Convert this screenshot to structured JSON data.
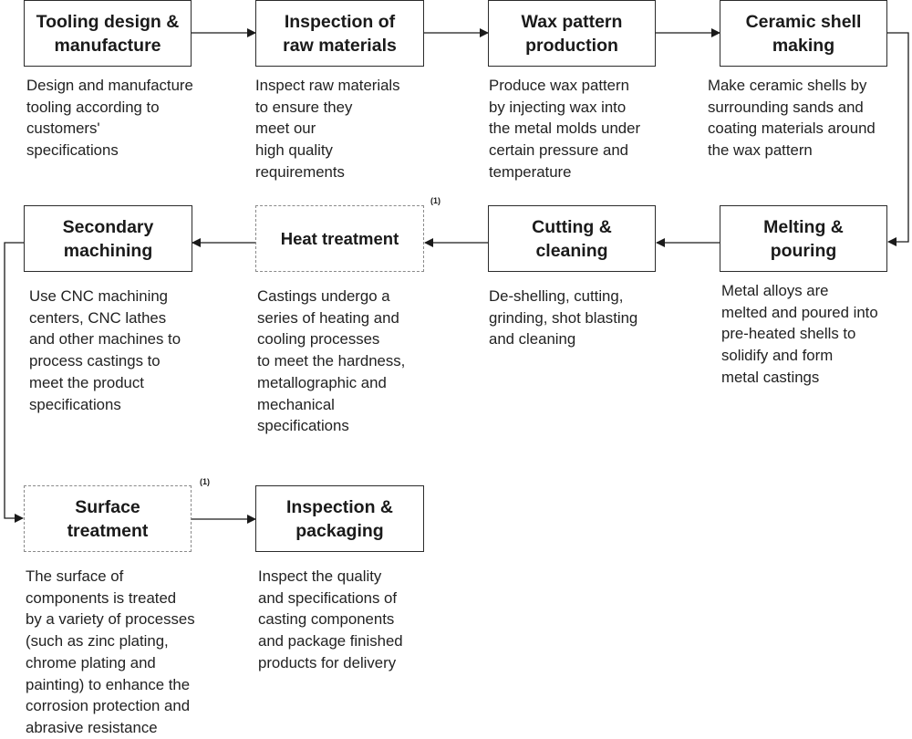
{
  "steps": [
    {
      "title": "Tooling design &\nmanufacture",
      "description": "Design and manufacture\ntooling according to\ncustomers'\nspecifications"
    },
    {
      "title": "Inspection of\nraw materials",
      "description": "Inspect raw materials\nto ensure they\nmeet our\nhigh quality\nrequirements"
    },
    {
      "title": "Wax pattern\nproduction",
      "description": "Produce wax pattern\nby injecting wax into\nthe metal molds under\ncertain pressure and\ntemperature"
    },
    {
      "title": "Ceramic shell\nmaking",
      "description": "Make ceramic shells by\nsurrounding sands and\ncoating materials around\nthe wax pattern"
    },
    {
      "title": "Melting &\npouring",
      "description": "Metal alloys are\nmelted and poured into\npre-heated shells to\nsolidify and form\nmetal castings"
    },
    {
      "title": "Cutting &\ncleaning",
      "description": "De-shelling, cutting,\ngrinding, shot blasting\nand cleaning"
    },
    {
      "title": "Heat treatment",
      "description": "Castings undergo a\nseries of heating and\ncooling processes\nto meet the hardness,\nmetallographic and\nmechanical\nspecifications",
      "footnote": "(1)"
    },
    {
      "title": "Secondary\nmachining",
      "description": "Use CNC machining\ncenters, CNC lathes\nand other machines to\nprocess castings to\nmeet the product\nspecifications"
    },
    {
      "title": "Surface\ntreatment",
      "description": "The surface of\ncomponents is treated\nby a variety of processes\n(such as zinc plating,\nchrome plating and\npainting) to enhance the\ncorrosion protection and\nabrasive resistance",
      "footnote": "(1)"
    },
    {
      "title": "Inspection &\npackaging",
      "description": "Inspect the quality\nand specifications of\ncasting components\nand package finished\nproducts for delivery"
    }
  ]
}
